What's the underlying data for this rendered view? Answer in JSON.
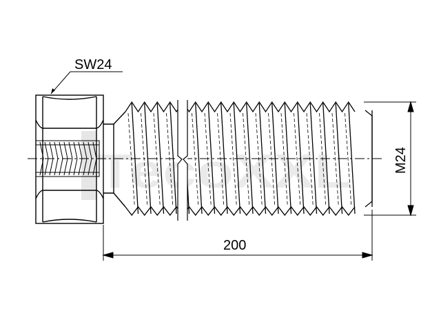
{
  "drawing": {
    "wrench_size_label": "SW24",
    "length_dimension": "200",
    "thread_dimension": "M24",
    "watermark_text": "TecoXXL",
    "colors": {
      "line": "#000000",
      "watermark": "#d9d9d9",
      "background": "#ffffff"
    },
    "parts": [
      "hex-head",
      "threaded-bore",
      "neck",
      "threaded-shank",
      "break-line"
    ]
  }
}
